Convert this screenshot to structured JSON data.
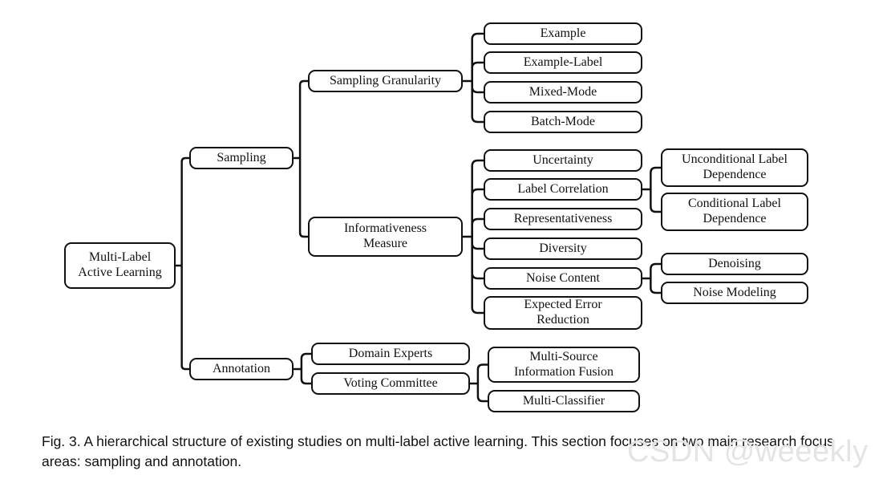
{
  "diagram": {
    "nodes": {
      "root": "Multi-Label\nActive Learning",
      "sampling": "Sampling",
      "annotation": "Annotation",
      "sampling_granularity": "Sampling Granularity",
      "informativeness_measure": "Informativeness\nMeasure",
      "example": "Example",
      "example_label": "Example-Label",
      "mixed_mode": "Mixed-Mode",
      "batch_mode": "Batch-Mode",
      "uncertainty": "Uncertainty",
      "label_correlation": "Label Correlation",
      "representativeness": "Representativeness",
      "diversity": "Diversity",
      "noise_content": "Noise Content",
      "expected_error_reduction": "Expected Error\nReduction",
      "unconditional_label_dependence": "Unconditional Label\nDependence",
      "conditional_label_dependence": "Conditional Label\nDependence",
      "denoising": "Denoising",
      "noise_modeling": "Noise Modeling",
      "domain_experts": "Domain Experts",
      "voting_committee": "Voting Committee",
      "multi_source_information_fusion": "Multi-Source\nInformation Fusion",
      "multi_classifier": "Multi-Classifier"
    },
    "edges": [
      [
        "root",
        "sampling"
      ],
      [
        "root",
        "annotation"
      ],
      [
        "sampling",
        "sampling_granularity"
      ],
      [
        "sampling",
        "informativeness_measure"
      ],
      [
        "sampling_granularity",
        "example"
      ],
      [
        "sampling_granularity",
        "example_label"
      ],
      [
        "sampling_granularity",
        "mixed_mode"
      ],
      [
        "sampling_granularity",
        "batch_mode"
      ],
      [
        "informativeness_measure",
        "uncertainty"
      ],
      [
        "informativeness_measure",
        "label_correlation"
      ],
      [
        "informativeness_measure",
        "representativeness"
      ],
      [
        "informativeness_measure",
        "diversity"
      ],
      [
        "informativeness_measure",
        "noise_content"
      ],
      [
        "informativeness_measure",
        "expected_error_reduction"
      ],
      [
        "label_correlation",
        "unconditional_label_dependence"
      ],
      [
        "label_correlation",
        "conditional_label_dependence"
      ],
      [
        "noise_content",
        "denoising"
      ],
      [
        "noise_content",
        "noise_modeling"
      ],
      [
        "annotation",
        "domain_experts"
      ],
      [
        "annotation",
        "voting_committee"
      ],
      [
        "voting_committee",
        "multi_source_information_fusion"
      ],
      [
        "voting_committee",
        "multi_classifier"
      ]
    ]
  },
  "caption": "Fig. 3.  A hierarchical structure of existing studies on multi-label active learning. This section focuses on two main research focus areas: sampling and annotation.",
  "watermark": "CSDN @weeekly"
}
